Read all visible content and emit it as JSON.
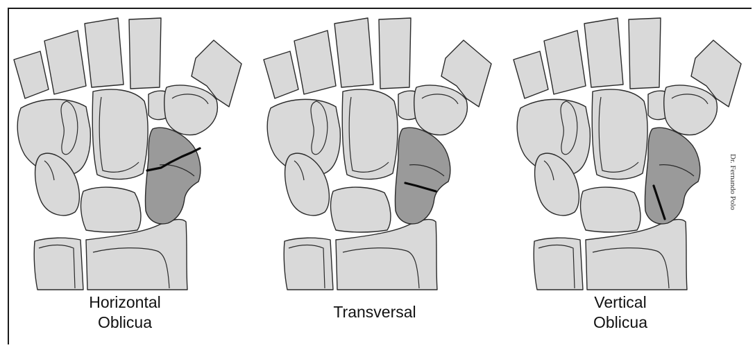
{
  "panels": [
    {
      "id": "horizontal-oblique",
      "caption_line1": "Horizontal",
      "caption_line2": "Oblicua"
    },
    {
      "id": "transversal",
      "caption_line1": "",
      "caption_line2": "Transversal"
    },
    {
      "id": "vertical-oblique",
      "caption_line1": "Vertical",
      "caption_line2": "Oblicua"
    }
  ],
  "credit": "Dr. Fernando Polo",
  "colors": {
    "bone_fill": "#d9d9d9",
    "fractured_bone_fill": "#9a9a9a",
    "fracture_line": "#0a0a0a",
    "outline": "#2a2a2a"
  }
}
